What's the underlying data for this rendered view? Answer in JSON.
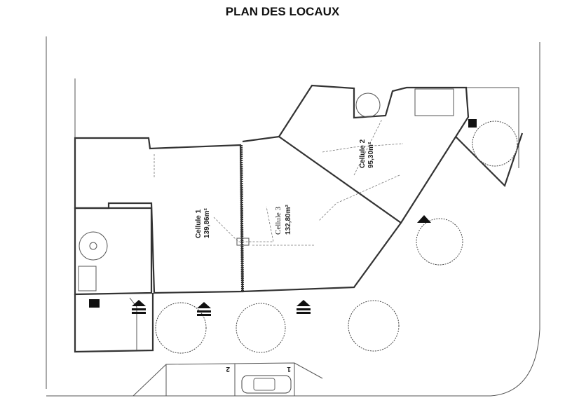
{
  "title": "PLAN DES LOCAUX",
  "cells": [
    {
      "name": "Cellule 1",
      "area": "139,86m²"
    },
    {
      "name": "Cellule 3",
      "area": "132,80m²"
    },
    {
      "name": "Cellule 2",
      "area": "95,30m²"
    }
  ],
  "parking": {
    "spots": [
      "2",
      "1"
    ]
  }
}
